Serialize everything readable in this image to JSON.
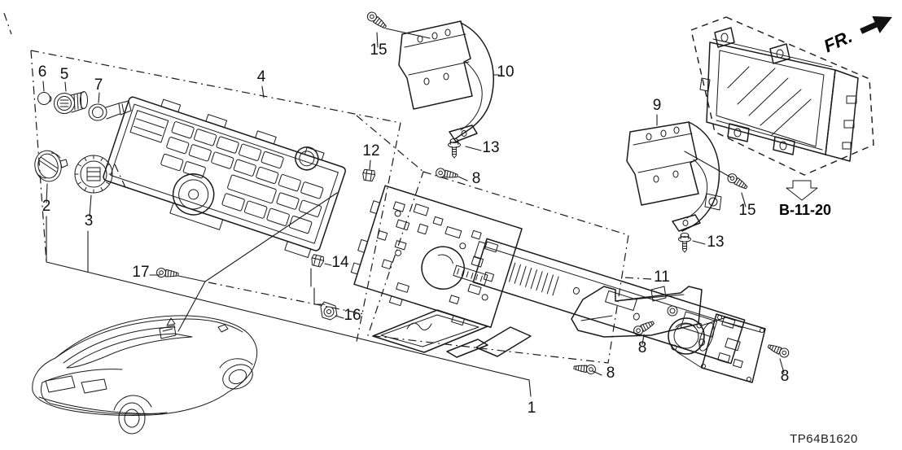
{
  "diagram": {
    "code": "TP64B1620",
    "section_ref": "B-11-20",
    "direction": "FR.",
    "part_numbers": {
      "1": "1",
      "2": "2",
      "3": "3",
      "4": "4",
      "5": "5",
      "6": "6",
      "7": "7",
      "8": "8",
      "9": "9",
      "10": "10",
      "11": "11",
      "12": "12",
      "13": "13",
      "14": "14",
      "15": "15",
      "16": "16",
      "17": "17"
    },
    "colors": {
      "line": "#1a1a1a",
      "background": "#ffffff"
    }
  }
}
